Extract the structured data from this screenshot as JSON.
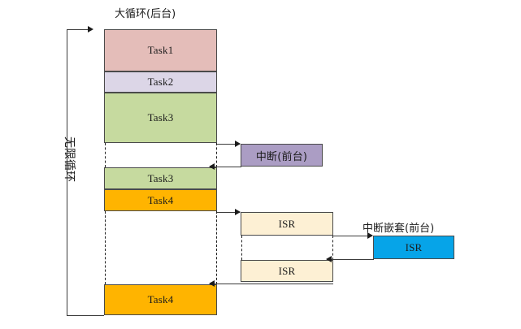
{
  "diagram": {
    "title_main_loop": "大循环(后台)",
    "title_interrupt": "中断(前台)",
    "title_nested_interrupt": "中断嵌套(前台)",
    "loop_label": "无限循环",
    "bottom_caption": ""
  },
  "colors": {
    "task1": "#e4bdb9",
    "task2": "#dcd6e7",
    "task3": "#c6da9f",
    "task4": "#ffb400",
    "interrupt": "#ab9dc4",
    "isr": "#fdf0d4",
    "isr_nested": "#06a4e8",
    "border": "#4a4a4a",
    "line": "#3b3b3b"
  },
  "background_tasks": [
    {
      "label": "Task1",
      "color_key": "task1"
    },
    {
      "label": "Task2",
      "color_key": "task2"
    },
    {
      "label": "Task3",
      "color_key": "task3"
    },
    {
      "label": "Task3",
      "color_key": "task3"
    },
    {
      "label": "Task4",
      "color_key": "task4"
    },
    {
      "label": "Task4",
      "color_key": "task4"
    }
  ],
  "foreground": {
    "interrupt_box": "中断(前台)",
    "isr_first": "ISR",
    "isr_second": "ISR",
    "isr_nested": "ISR"
  }
}
